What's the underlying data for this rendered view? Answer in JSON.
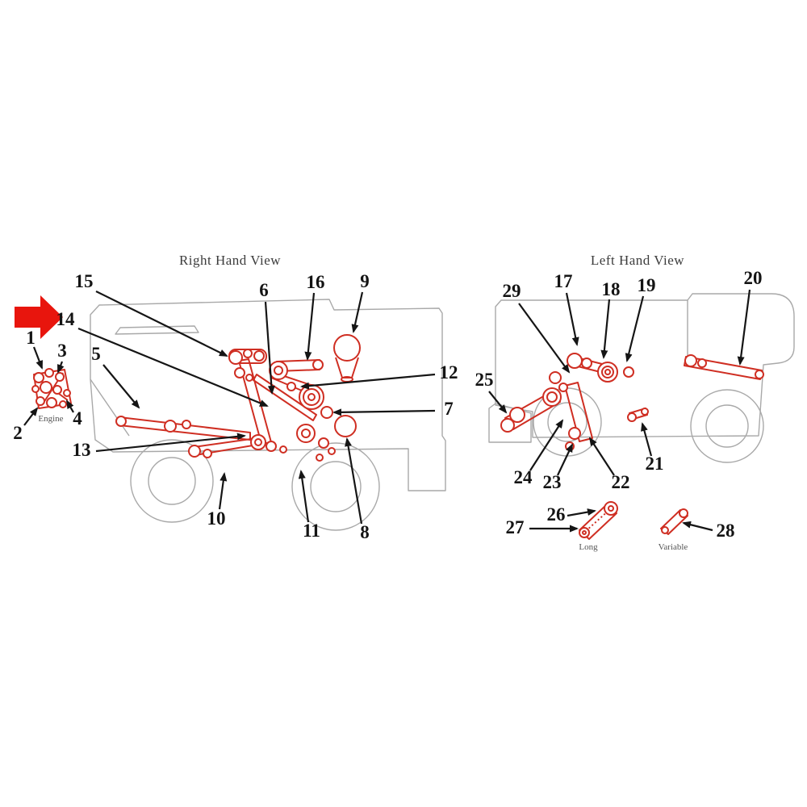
{
  "diagram": {
    "right_view_title": "Right Hand View",
    "left_view_title": "Left Hand View",
    "engine_label": "Engine",
    "long_label": "Long",
    "variable_label": "Variable",
    "callouts": {
      "n1": "1",
      "n2": "2",
      "n3": "3",
      "n4": "4",
      "n5": "5",
      "n6": "6",
      "n7": "7",
      "n8": "8",
      "n9": "9",
      "n10": "10",
      "n11": "11",
      "n12": "12",
      "n13": "13",
      "n14": "14",
      "n15": "15",
      "n16": "16",
      "n17": "17",
      "n18": "18",
      "n19": "19",
      "n20": "20",
      "n21": "21",
      "n22": "22",
      "n23": "23",
      "n24": "24",
      "n25": "25",
      "n26": "26",
      "n27": "27",
      "n28": "28",
      "n29": "29"
    }
  },
  "colors": {
    "part_red": "#cf2e22",
    "machine_outline_gray": "#a9a9a9",
    "callout_black": "#151515",
    "pointer_arrow_red": "#e8150d"
  }
}
